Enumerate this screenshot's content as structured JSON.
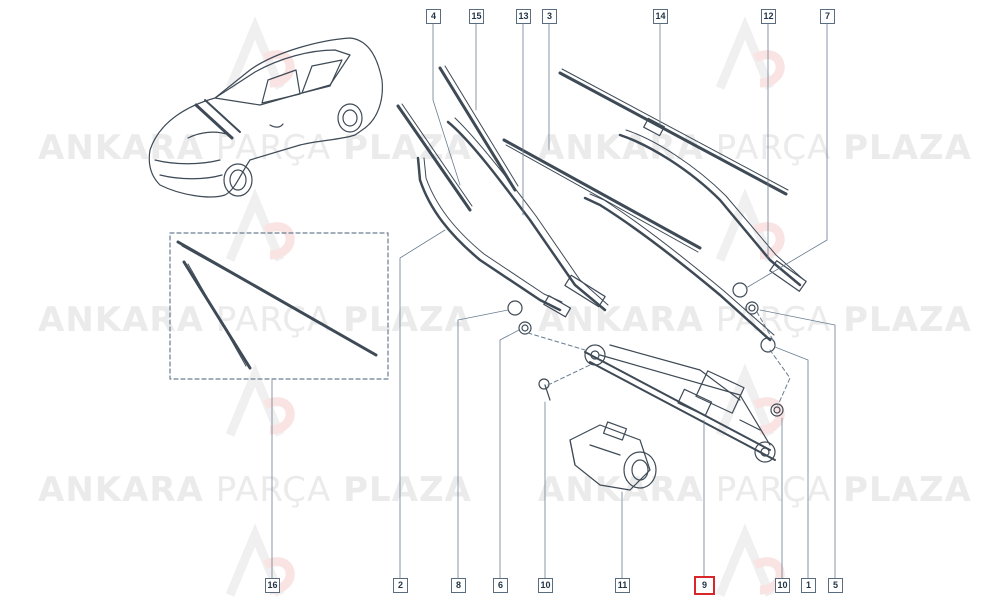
{
  "watermark": {
    "word1": "ANKARA",
    "word2": "PARÇA",
    "word3": "PLAZA",
    "logo_text": "AP"
  },
  "selected_part": "9",
  "colors": {
    "line": "#3e4a56",
    "leader": "#6a7d90",
    "label_border": "#5a6d80",
    "selected": "#d9262b",
    "watermark": "#ebebeb"
  },
  "labels": [
    "16",
    "2",
    "8",
    "6",
    "10",
    "11",
    "9",
    "10",
    "1",
    "5",
    "4",
    "15",
    "13",
    "3",
    "14",
    "12",
    "7"
  ]
}
